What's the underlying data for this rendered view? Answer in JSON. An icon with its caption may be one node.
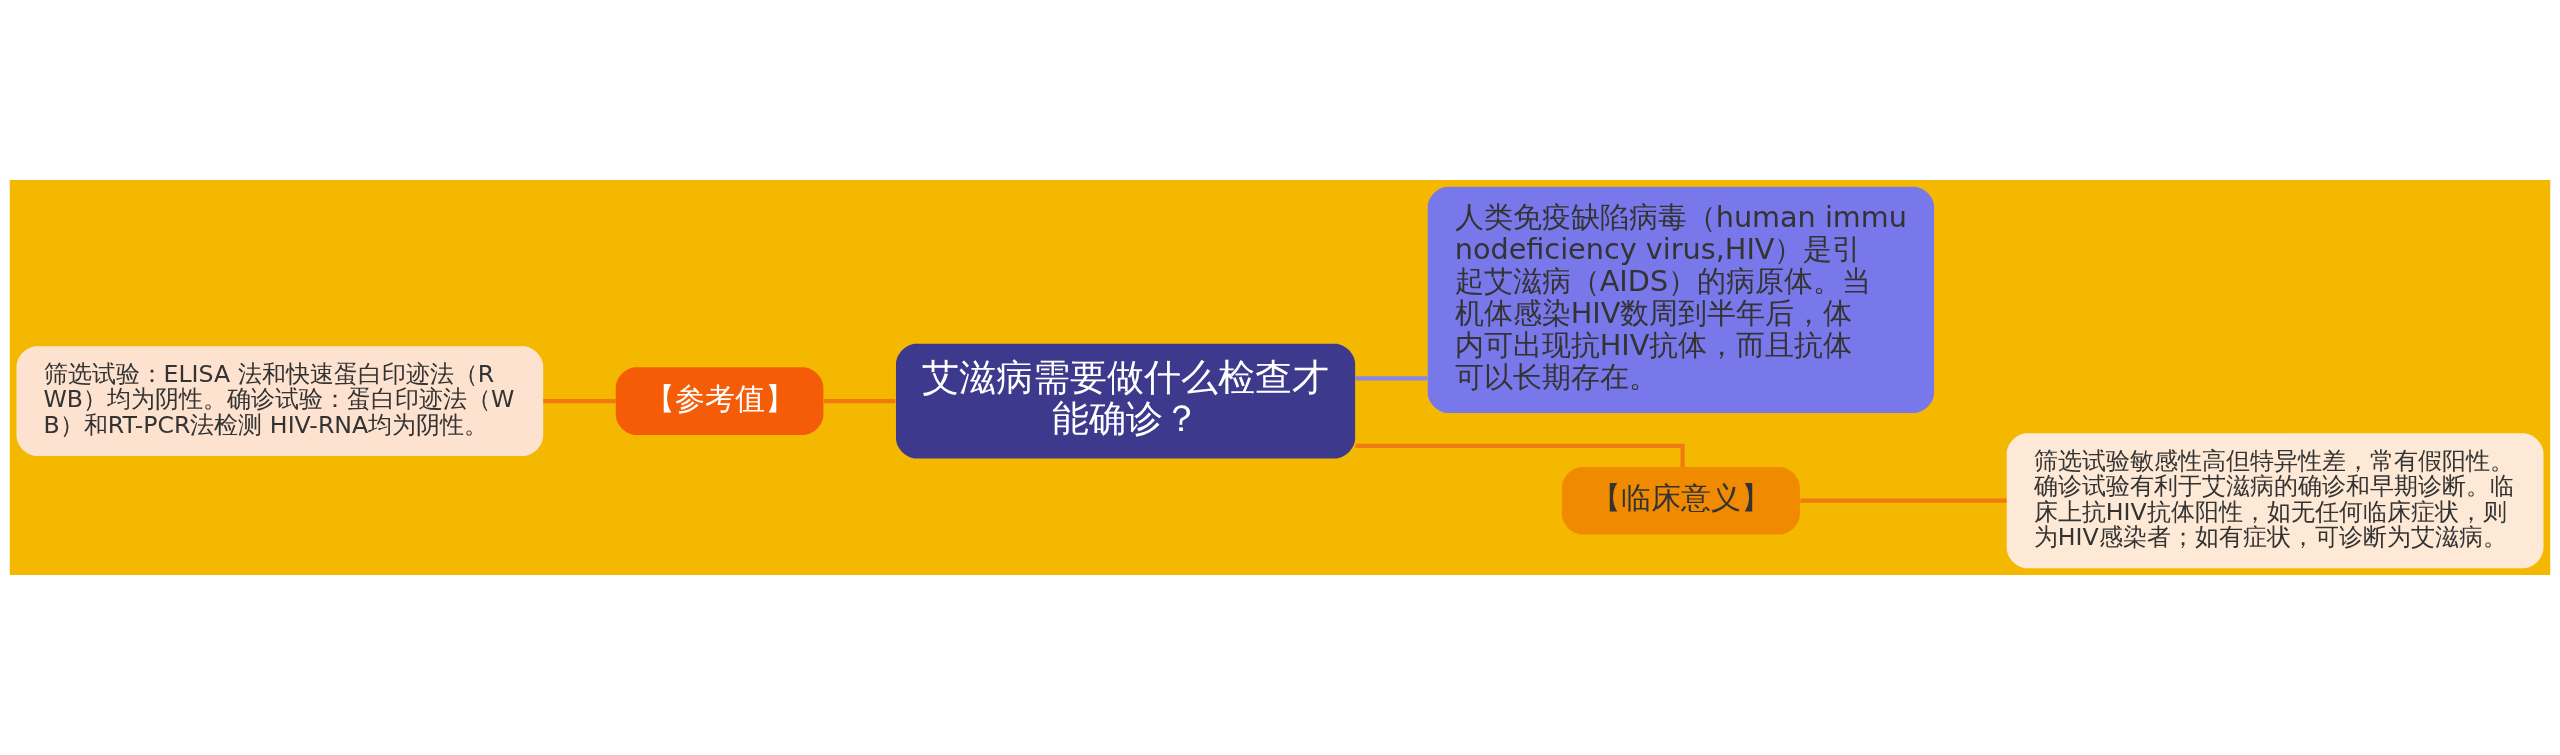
{
  "diagram": {
    "nodes": [
      {
        "text": [
          "筛选试验：ELISA 法和快速蛋白印迹法（RWB）均为阴性。确诊试验：蛋白印迹法（WB）和RT-PCR法检测 HIV-RNA均为阴性。"
        ]
      },
      {
        "text": [
          "【参考值】"
        ]
      },
      {
        "text": [
          "艾滋病需要做什么检查才能确诊？"
        ]
      },
      {
        "text": [
          "人类免疫缺陷病毒（human immunodeficiency virus,HIV）是引起艾滋病（AIDS）的病原体。当机体感染HIV数周到半年后，体内可出现抗HIV抗体，而且抗体可以长期存在。"
        ]
      },
      {
        "text": [
          "【临床意义】"
        ]
      },
      {
        "text": [
          "筛选试验敏感性高但特异性差，常有假阳性。确诊试验有利于艾滋病的确诊和早期诊断。临床上抗HIV抗体阳性，如无任何临床症状，则为HIV感染者；如有症状，可诊断为艾滋病。"
        ]
      }
    ],
    "edges": [
      {
        "from": 0,
        "to": 1,
        "arrow": "none"
      },
      {
        "from": 1,
        "to": 2,
        "arrow": "none"
      },
      {
        "from": 2,
        "to": 3,
        "arrow": "none",
        "color": "#8a86e6"
      },
      {
        "from": 2,
        "to": 4,
        "arrow": "none"
      },
      {
        "from": 4,
        "to": 5,
        "arrow": "none"
      }
    ]
  }
}
